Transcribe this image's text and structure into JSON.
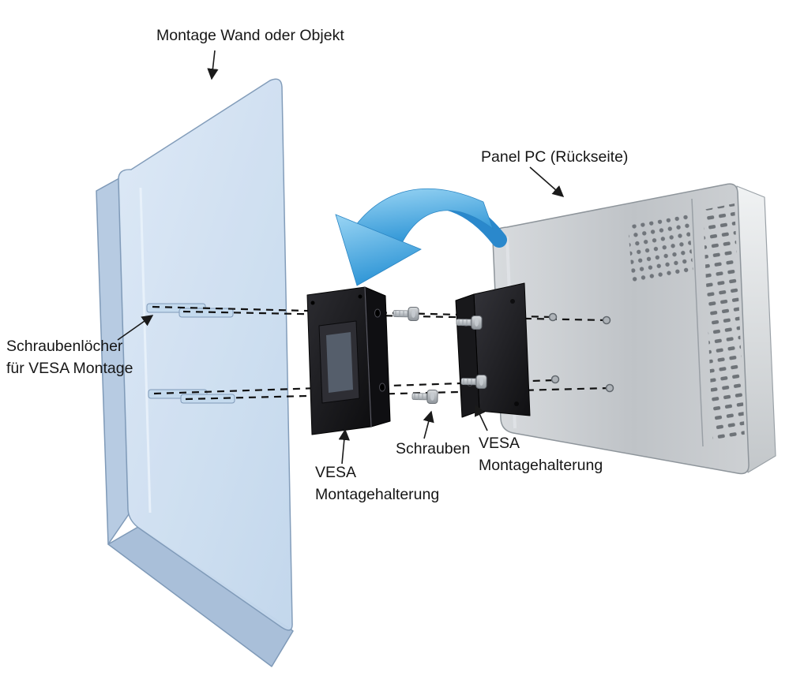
{
  "diagram": {
    "title": "VESA mounting exploded diagram",
    "labels": {
      "mount_wall": "Montage Wand oder Objekt",
      "panel_pc": "Panel PC (Rückseite)",
      "screw_holes": "Schraubenlöcher\nfür VESA Montage",
      "vesa_mount_wall": "VESA\nMontagehalterung",
      "screws": "Schrauben",
      "vesa_mount_pc": "VESA\nMontagehalterung"
    },
    "colors": {
      "background": "#ffffff",
      "wall_fill": "#cddff2",
      "wall_edge": "#a9bfd9",
      "bracket_fill": "#1c1c1f",
      "panel_pc_fill": "#c9ccd0",
      "arrow_blue": "#4aa8e0",
      "text": "#161616"
    }
  }
}
